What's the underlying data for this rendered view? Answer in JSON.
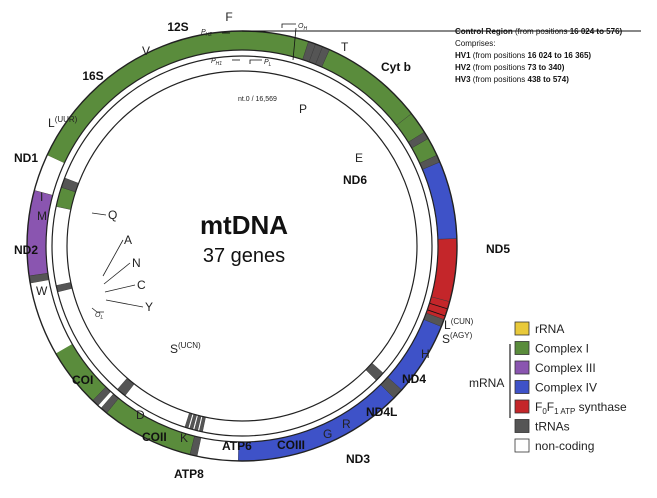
{
  "center": {
    "title": "mtDNA",
    "subtitle": "37 genes",
    "origin_label": "nt.0 / 16,569"
  },
  "colors": {
    "rRNA": "#e8c93a",
    "complex_I": "#5a8c3c",
    "complex_III": "#8a55b0",
    "complex_IV": "#3e52c8",
    "atp": "#c4262a",
    "trna": "#555555",
    "noncoding": "#ffffff"
  },
  "outer_ring": [
    {
      "name": "F-trna",
      "type": "trna",
      "start": -2,
      "end": 0
    },
    {
      "name": "12S",
      "type": "rRNA",
      "start": -50,
      "end": -2
    },
    {
      "name": "V-trna",
      "type": "trna",
      "start": -52,
      "end": -50
    },
    {
      "name": "16S",
      "type": "rRNA",
      "start": -102,
      "end": -52
    },
    {
      "name": "LUUR-trna",
      "type": "trna",
      "start": -104,
      "end": -102
    },
    {
      "name": "ND1",
      "type": "complex_I",
      "start": -136,
      "end": -104
    },
    {
      "name": "I-trna",
      "type": "trna",
      "start": -138,
      "end": -136
    },
    {
      "name": "Q-gap",
      "type": "noncoding",
      "start": -139,
      "end": -138
    },
    {
      "name": "M-trna",
      "type": "trna",
      "start": -141,
      "end": -139
    },
    {
      "name": "ND2",
      "type": "complex_I",
      "start": -166,
      "end": -141
    },
    {
      "name": "W-trna",
      "type": "trna",
      "start": -168,
      "end": -166
    },
    {
      "name": "ori-gap",
      "type": "noncoding",
      "start": -179,
      "end": -168
    },
    {
      "name": "COI",
      "type": "complex_IV",
      "start": -225,
      "end": -179
    },
    {
      "name": "D-trna",
      "type": "trna",
      "start": -228,
      "end": -225
    },
    {
      "name": "COII",
      "type": "complex_IV",
      "start": -248,
      "end": -228
    },
    {
      "name": "K-trna",
      "type": "trna",
      "start": -250,
      "end": -248
    },
    {
      "name": "ATP8",
      "type": "atp",
      "start": -255,
      "end": -250
    },
    {
      "name": "ATP6",
      "type": "atp",
      "start": -272,
      "end": -255
    },
    {
      "name": "COIII",
      "type": "complex_IV",
      "start": -293,
      "end": -272
    },
    {
      "name": "G-trna",
      "type": "trna",
      "start": -295,
      "end": -293
    },
    {
      "name": "ND3",
      "type": "complex_I",
      "start": -300,
      "end": -295
    },
    {
      "name": "R-trna",
      "type": "trna",
      "start": -302,
      "end": -300
    },
    {
      "name": "ND4L",
      "type": "complex_I",
      "start": -308,
      "end": -302
    },
    {
      "name": "ND4",
      "type": "complex_I",
      "start": -336,
      "end": -308
    },
    {
      "name": "H-trna",
      "type": "trna",
      "start": -338,
      "end": -336
    },
    {
      "name": "SAGY-trna",
      "type": "trna",
      "start": -340,
      "end": -338
    },
    {
      "name": "LCUN-trna",
      "type": "trna",
      "start": -342,
      "end": -340
    },
    {
      "name": "ND5",
      "type": "complex_I",
      "start": -425,
      "end": -342
    },
    {
      "name": "gap-cytb",
      "type": "noncoding",
      "start": -435,
      "end": -425
    },
    {
      "name": "Cyt b",
      "type": "complex_III",
      "start": -458,
      "end": -435
    },
    {
      "name": "T-trna",
      "type": "trna",
      "start": -460,
      "end": -458
    },
    {
      "name": "control-region",
      "type": "noncoding",
      "start": -480,
      "end": -460
    }
  ],
  "inner_ring": [
    {
      "name": "P-trna",
      "type": "trna",
      "start": -464,
      "end": -462
    },
    {
      "name": "ND6",
      "type": "complex_I",
      "start": -438,
      "end": -432
    },
    {
      "name": "E-trna",
      "type": "trna",
      "start": -432,
      "end": -429
    },
    {
      "name": "Q-trna",
      "type": "trna",
      "start": -142,
      "end": -139
    },
    {
      "name": "A-trna",
      "type": "trna",
      "start": -163.5,
      "end": -162.5
    },
    {
      "name": "N-trna",
      "type": "trna",
      "start": -165,
      "end": -164
    },
    {
      "name": "C-trna",
      "type": "trna",
      "start": -166.5,
      "end": -165.5
    },
    {
      "name": "Y-trna",
      "type": "trna",
      "start": -168,
      "end": -167
    },
    {
      "name": "SUCN-trna",
      "type": "trna",
      "start": -228,
      "end": -225
    }
  ],
  "gene_labels": {
    "F": "F",
    "12S": "12S",
    "V": "V",
    "16S": "16S",
    "LUUR": "L",
    "LUUR_sup": "(UUR)",
    "ND1": "ND1",
    "I": "I",
    "M": "M",
    "ND2": "ND2",
    "W": "W",
    "COI": "COI",
    "D": "D",
    "COII": "COII",
    "K": "K",
    "ATP8": "ATP8",
    "ATP6": "ATP6",
    "COIII": "COIII",
    "G": "G",
    "R": "R",
    "ND3": "ND3",
    "ND4L": "ND4L",
    "ND4": "ND4",
    "H": "H",
    "SAGY": "S",
    "SAGY_sup": "(AGY)",
    "LCUN": "L",
    "LCUN_sup": "(CUN)",
    "ND5": "ND5",
    "ND6": "ND6",
    "E": "E",
    "CYTB": "Cyt b",
    "T": "T",
    "P": "P",
    "Q": "Q",
    "A": "A",
    "N": "N",
    "C": "C",
    "Y": "Y",
    "OL": "O",
    "OL_sub": "L",
    "SUCN": "S",
    "SUCN_sup": "(UCN)",
    "PH2": "P",
    "PH2_sub": "H2",
    "PH1": "P",
    "PH1_sub": "H1",
    "PL": "P",
    "PL_sub": "L",
    "OH": "O",
    "OH_sub": "H"
  },
  "control_region": {
    "title": "Control Region",
    "title_rest": "(from positions",
    "title_range": "16 024 to 576)",
    "comprises": "Comprises:",
    "hv1_name": "HV1",
    "hv1_rest": "(from positions",
    "hv1_range": "16 024 to 16 365)",
    "hv2_name": "HV2",
    "hv2_rest": "(from positions",
    "hv2_range": "73 to 340)",
    "hv3_name": "HV3",
    "hv3_rest": "(from positions",
    "hv3_range": "438 to 574)"
  },
  "legend": {
    "items": [
      {
        "label": "rRNA",
        "type": "rRNA"
      },
      {
        "label": "Complex I",
        "type": "complex_I"
      },
      {
        "label": "Complex III",
        "type": "complex_III"
      },
      {
        "label": "Complex IV",
        "type": "complex_IV"
      },
      {
        "label": "F",
        "type": "atp",
        "atp": true
      },
      {
        "label": "tRNAs",
        "type": "trna"
      },
      {
        "label": "non-coding",
        "type": "noncoding"
      }
    ],
    "atp_parts": [
      "F",
      "0",
      "F",
      "1 ATP",
      " synthase"
    ],
    "mrna_label": "mRNA"
  }
}
